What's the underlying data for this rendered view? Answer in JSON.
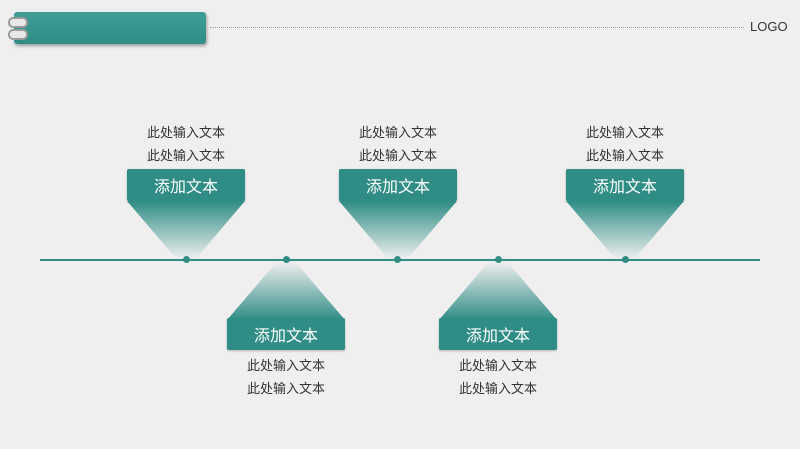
{
  "header": {
    "logo": "LOGO"
  },
  "diagram": {
    "top_items": [
      {
        "label": "添加文本",
        "lines": [
          "此处输入文本",
          "此处输入文本"
        ]
      },
      {
        "label": "添加文本",
        "lines": [
          "此处输入文本",
          "此处输入文本"
        ]
      },
      {
        "label": "添加文本",
        "lines": [
          "此处输入文本",
          "此处输入文本"
        ]
      }
    ],
    "bottom_items": [
      {
        "label": "添加文本",
        "lines": [
          "此处输入文本",
          "此处输入文本"
        ]
      },
      {
        "label": "添加文本",
        "lines": [
          "此处输入文本",
          "此处输入文本"
        ]
      }
    ]
  },
  "colors": {
    "accent": "#2f8d85",
    "background": "#efefef"
  }
}
